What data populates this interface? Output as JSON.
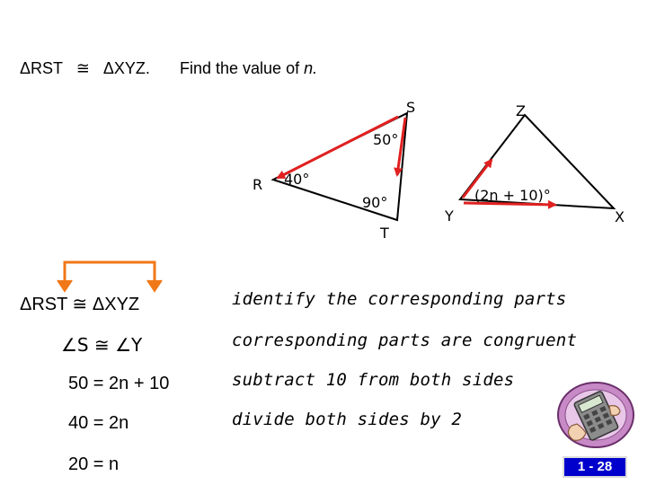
{
  "header": {
    "triangle1": "ΔRST",
    "congruent_symbol": "≅",
    "triangle2": "ΔXYZ.",
    "prompt": "Find the value of",
    "variable": "n."
  },
  "diagram": {
    "vertex_labels": {
      "S": "S",
      "Z": "Z",
      "R": "R",
      "T": "T",
      "Y": "Y",
      "X": "X"
    },
    "angle_labels": {
      "s": "50°",
      "r": "40°",
      "t": "90°",
      "y": "(2n + 10)°"
    },
    "colors": {
      "arrow": "#e02020",
      "bracket": "#f07818",
      "triangle": "#000000"
    }
  },
  "steps": [
    {
      "left": "ΔRST ≅ ΔXYZ",
      "right": "identify the corresponding parts"
    },
    {
      "left": "∠S ≅ ∠Y",
      "right": "corresponding parts are congruent"
    },
    {
      "left": "50 = 2n + 10",
      "right": "subtract 10 from both sides"
    },
    {
      "left": "40 = 2n",
      "right": "divide both sides by 2"
    },
    {
      "left": "20 = n",
      "right": ""
    }
  ],
  "slide_number": "1 - 28",
  "icons": {
    "calculator": "calculator-hand-icon"
  }
}
